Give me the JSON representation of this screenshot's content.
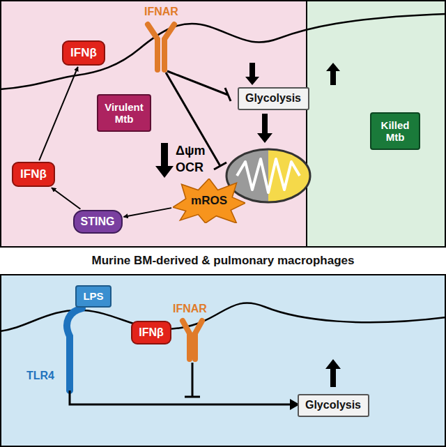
{
  "diagram": {
    "nodes": [
      {
        "text": [
          "IFNβ"
        ]
      },
      {
        "text": [
          "Virulent Mtb"
        ]
      },
      {
        "text": [
          "Glycolysis"
        ]
      },
      {
        "text": [
          "Killed Mtb"
        ]
      },
      {
        "text": [
          "IFNβ"
        ]
      },
      {
        "text": [
          "STING"
        ]
      },
      {
        "text": [
          "mROS"
        ]
      },
      {
        "text": [
          "Murine BM-derived & pulmonary macrophages"
        ]
      },
      {
        "text": [
          "LPS"
        ]
      },
      {
        "text": [
          "IFNβ"
        ]
      },
      {
        "text": [
          "Glycolysis"
        ]
      }
    ],
    "edges": [
      {
        "from": 4,
        "to": 0,
        "arrow": "to"
      },
      {
        "from": 5,
        "to": 4,
        "arrow": "to"
      },
      {
        "from": 6,
        "to": 5,
        "arrow": "to"
      }
    ],
    "labels": [
      "IFNAR",
      "Δψm",
      "OCR",
      "TLR4",
      "IFNAR"
    ]
  }
}
